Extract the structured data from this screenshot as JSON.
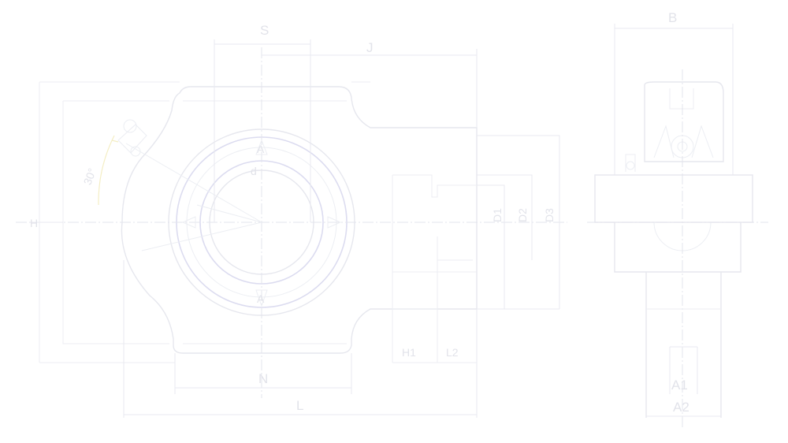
{
  "labels": {
    "S": "S",
    "H": "H",
    "B": "B",
    "J": "J",
    "L": "L",
    "N": "N",
    "d": "d",
    "H1": "H1",
    "L2": "L2",
    "D1": "D1",
    "D2": "D2",
    "D3": "D3",
    "A1": "A1",
    "A2": "A2",
    "A_top": "A",
    "A_bottom": "A",
    "angle": "30°"
  }
}
